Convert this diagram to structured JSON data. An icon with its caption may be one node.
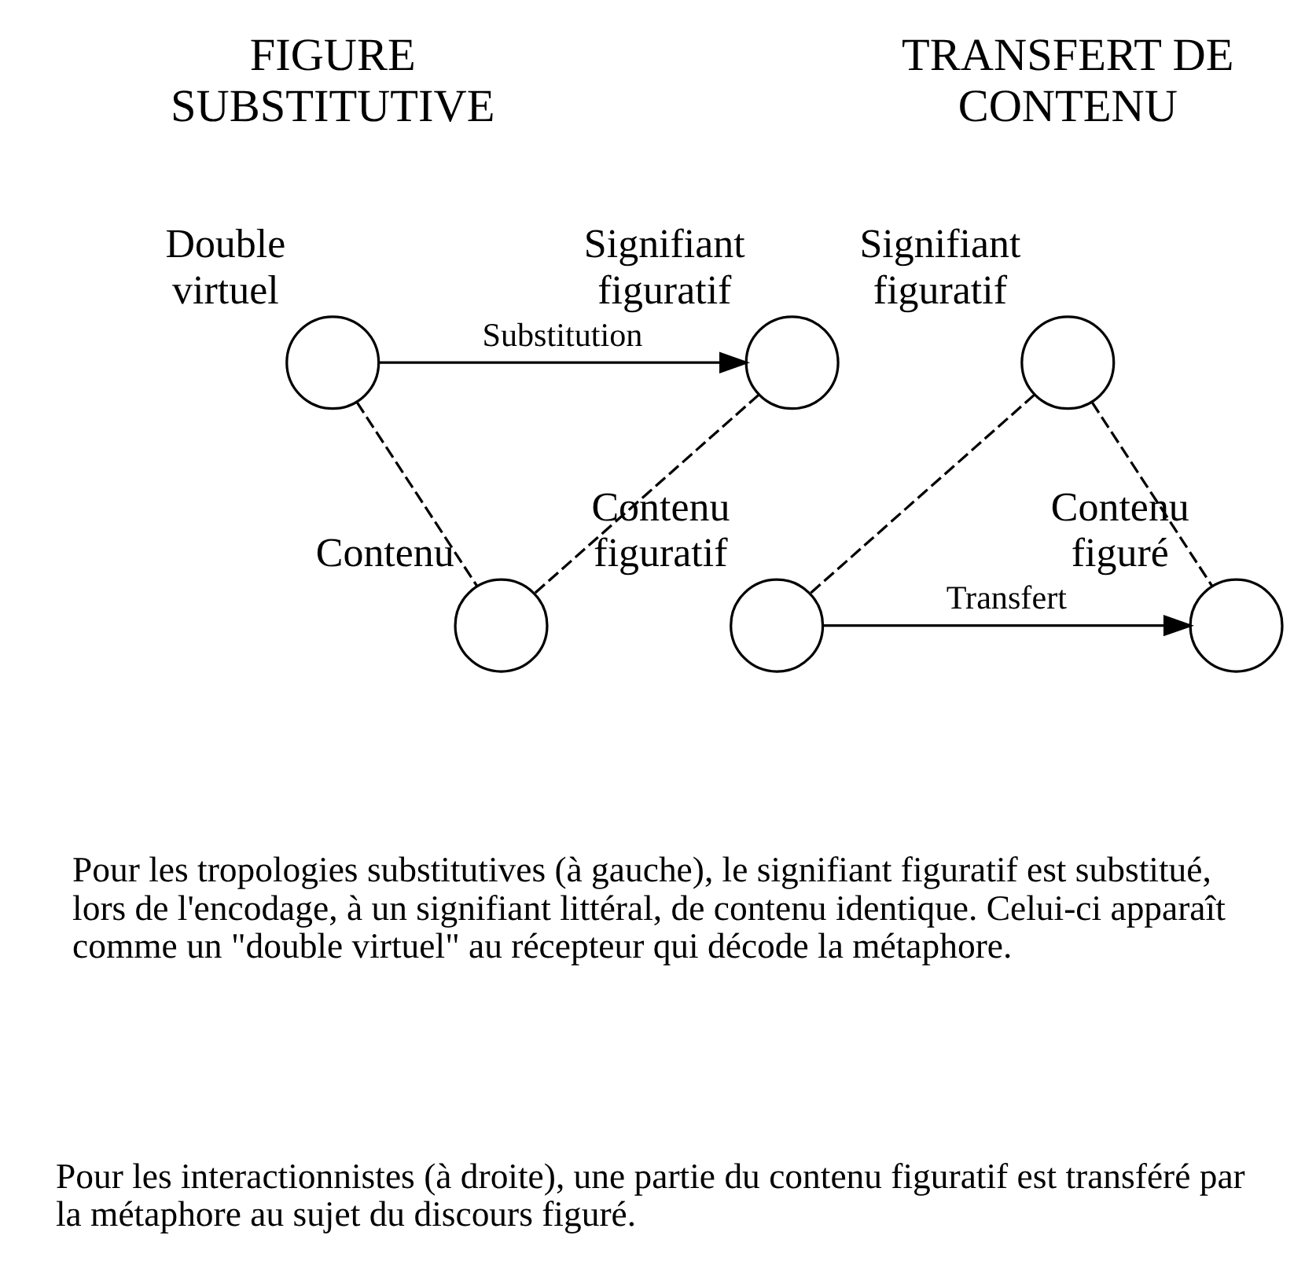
{
  "diagram": {
    "nodes": [
      {
        "text": [],
        "shape": "circle",
        "beside": [
          "Double virtuel"
        ]
      },
      {
        "text": [],
        "shape": "circle",
        "beside": [
          "Signifiant figuratif"
        ]
      },
      {
        "text": [],
        "shape": "circle",
        "beside": [
          "Contenu"
        ]
      },
      {
        "text": [],
        "shape": "circle",
        "beside": [
          "Signifiant figuratif"
        ]
      },
      {
        "text": [],
        "shape": "circle",
        "beside": [
          "Contenu figuratif"
        ]
      },
      {
        "text": [],
        "shape": "circle",
        "beside": [
          "Contenu figuré"
        ]
      }
    ],
    "edges": [
      {
        "from": 0,
        "to": 1,
        "arrow": "to",
        "label": "Substitution"
      },
      {
        "from": 0,
        "to": 2,
        "arrow": "none",
        "style": "dashed"
      },
      {
        "from": 1,
        "to": 2,
        "arrow": "none",
        "style": "dashed"
      },
      {
        "from": 3,
        "to": 4,
        "arrow": "none",
        "style": "dashed"
      },
      {
        "from": 3,
        "to": 5,
        "arrow": "none",
        "style": "dashed"
      },
      {
        "from": 4,
        "to": 5,
        "arrow": "to",
        "label": "Transfert"
      }
    ],
    "labels": [
      "FIGURE SUBSTITUTIVE",
      "TRANSFERT DE CONTENU",
      "Pour les tropologies substitutives (à gauche), le signifiant figuratif est substitué, lors de l'encodage, à un signifiant littéral, de contenu identique. Celui-ci apparaît comme un \"double virtuel\" au récepteur qui décode la métaphore.",
      "Pour les interactionnistes (à droite), une partie du contenu figuratif est transféré par la métaphore au sujet du discours figuré."
    ]
  }
}
